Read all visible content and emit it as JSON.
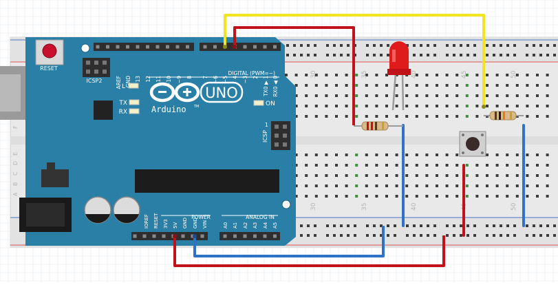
{
  "board": {
    "reset_label": "RESET",
    "icsp2_label": "ICSP2",
    "logo_text": "UNO",
    "brand": "Arduino",
    "brand_tm": "TM",
    "led_l": "L",
    "led_tx": "TX",
    "led_rx": "RX",
    "led_on": "ON",
    "icsp_label": "ICSP",
    "icsp_pin1": "1",
    "digital_label": "DIGITAL (PWM=~)",
    "digital_pins": [
      "AREF",
      "GND",
      "13",
      "12",
      "~11",
      "~10",
      "~9",
      "8",
      "7",
      "~6",
      "~5",
      "4",
      "~3",
      "2",
      "TX0 ▶ 1",
      "RX0 ◀ 0"
    ],
    "power_label": "POWER",
    "power_pins": [
      "IOREF",
      "RESET",
      "3V3",
      "5V",
      "GND",
      "GND",
      "VIN"
    ],
    "analog_label": "ANALOG IN",
    "analog_pins": [
      "A0",
      "A1",
      "A2",
      "A3",
      "A4",
      "A5"
    ]
  },
  "breadboard": {
    "col_numbers_top": [
      "30",
      "35",
      "40",
      "45",
      "50"
    ],
    "col_numbers_bottom": [
      "30",
      "35",
      "40",
      "45",
      "50"
    ],
    "row_letters": [
      "F",
      "E",
      "D",
      "C",
      "B",
      "A"
    ]
  },
  "colors": {
    "board": "#2a7fa6",
    "wire_red": "#c1121a",
    "wire_yellow": "#f2e51f",
    "wire_blue": "#2e73c8",
    "led": "#e01b1b",
    "rail_red": "#d9534f",
    "rail_blue": "#4a78c8"
  }
}
